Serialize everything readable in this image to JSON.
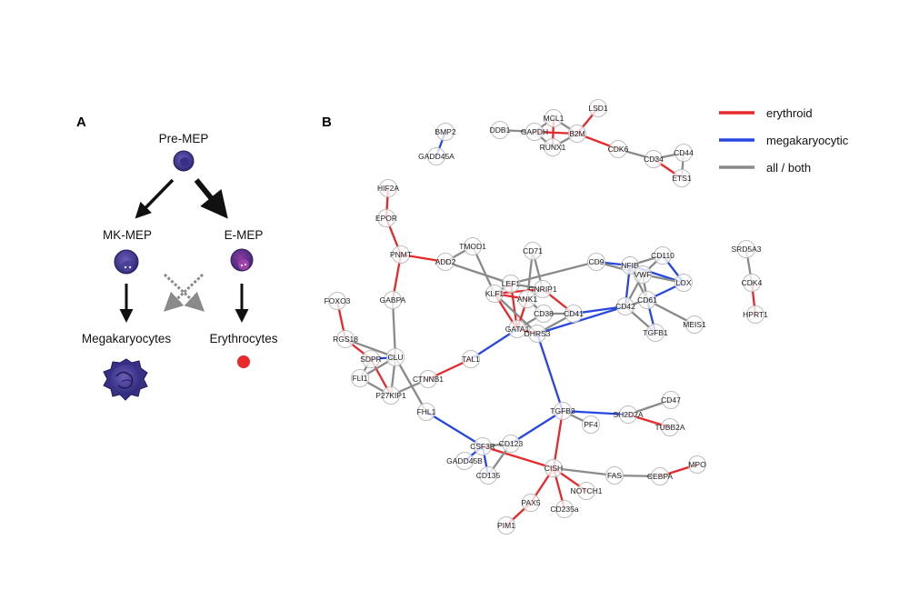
{
  "panel_a": {
    "label": "A",
    "stages": {
      "pre_mep": "Pre-MEP",
      "mk_mep": "MK-MEP",
      "e_mep": "E-MEP",
      "megakaryocytes": "Megakaryocytes",
      "erythrocytes": "Erythrocytes"
    }
  },
  "panel_b": {
    "label": "B",
    "legend": [
      {
        "key": "erythroid",
        "label": "erythroid",
        "color": "#e8282b"
      },
      {
        "key": "mk",
        "label": "megakaryocytic",
        "color": "#2747e0"
      },
      {
        "key": "all",
        "label": "all / both",
        "color": "#8a8a8a"
      }
    ],
    "colors": {
      "erythroid": "#e8282b",
      "mk": "#2747e0",
      "all": "#8a8a8a"
    },
    "nodes": [
      {
        "id": "BMP2",
        "label": "BMP2"
      },
      {
        "id": "GADD45A",
        "label": "GADD45A"
      },
      {
        "id": "DDB1",
        "label": "DDB1"
      },
      {
        "id": "MCL1",
        "label": "MCL1"
      },
      {
        "id": "GAPDH",
        "label": "GAPDH"
      },
      {
        "id": "B2M",
        "label": "B2M"
      },
      {
        "id": "RUNX1",
        "label": "RUNX1"
      },
      {
        "id": "LSD1",
        "label": "LSD1"
      },
      {
        "id": "CDK6",
        "label": "CDK6"
      },
      {
        "id": "CD34",
        "label": "CD34"
      },
      {
        "id": "CD44",
        "label": "CD44"
      },
      {
        "id": "ETS1",
        "label": "ETS1"
      },
      {
        "id": "HIF2A",
        "label": "HIF2A"
      },
      {
        "id": "EPOR",
        "label": "EPOR"
      },
      {
        "id": "PNMT",
        "label": "PNMT"
      },
      {
        "id": "ADD2",
        "label": "ADD2"
      },
      {
        "id": "TMOD1",
        "label": "TMOD1"
      },
      {
        "id": "CD71",
        "label": "CD71"
      },
      {
        "id": "CD9",
        "label": "CD9"
      },
      {
        "id": "NFIB",
        "label": "NFIB"
      },
      {
        "id": "CD110",
        "label": "CD110"
      },
      {
        "id": "VWF",
        "label": "VWF"
      },
      {
        "id": "LOX",
        "label": "LOX"
      },
      {
        "id": "CD61",
        "label": "CD61"
      },
      {
        "id": "CD42",
        "label": "CD42"
      },
      {
        "id": "MEIS1",
        "label": "MEIS1"
      },
      {
        "id": "TGFB1",
        "label": "TGFB1"
      },
      {
        "id": "SRD5A3",
        "label": "SRD5A3"
      },
      {
        "id": "CDK4",
        "label": "CDK4"
      },
      {
        "id": "HPRT1",
        "label": "HPRT1"
      },
      {
        "id": "GABPA",
        "label": "GABPA"
      },
      {
        "id": "FOXO3",
        "label": "FOXO3"
      },
      {
        "id": "LEF1",
        "label": "LEF1"
      },
      {
        "id": "KLF1",
        "label": "KLF1"
      },
      {
        "id": "CNRIP1",
        "label": "CNRIP1"
      },
      {
        "id": "ANK1",
        "label": "ANK1"
      },
      {
        "id": "CD38",
        "label": "CD38"
      },
      {
        "id": "CD41",
        "label": "CD41"
      },
      {
        "id": "GATA1",
        "label": "GATA1"
      },
      {
        "id": "DHRS3",
        "label": "DHRS3"
      },
      {
        "id": "RGS18",
        "label": "RGS18"
      },
      {
        "id": "SDPR",
        "label": "SDPR"
      },
      {
        "id": "CLU",
        "label": "CLU"
      },
      {
        "id": "FLI1",
        "label": "FLI1"
      },
      {
        "id": "P27KIP1",
        "label": "P27KIP1"
      },
      {
        "id": "CTNNB1",
        "label": "CTNNB1"
      },
      {
        "id": "TAL1",
        "label": "TAL1"
      },
      {
        "id": "FHL1",
        "label": "FHL1"
      },
      {
        "id": "TGFB2",
        "label": "TGFB2"
      },
      {
        "id": "SH2D2A",
        "label": "SH2D2A"
      },
      {
        "id": "CD47",
        "label": "CD47"
      },
      {
        "id": "TUBB2A",
        "label": "TUBB2A"
      },
      {
        "id": "PF4",
        "label": "PF4"
      },
      {
        "id": "CSF3R",
        "label": "CSF3R"
      },
      {
        "id": "CD123",
        "label": "CD123"
      },
      {
        "id": "GADD45B",
        "label": "GADD45B"
      },
      {
        "id": "CD135",
        "label": "CD135"
      },
      {
        "id": "CISH",
        "label": "CISH"
      },
      {
        "id": "FAS",
        "label": "FAS"
      },
      {
        "id": "CEBPA",
        "label": "CEBPA"
      },
      {
        "id": "MPO",
        "label": "MPO"
      },
      {
        "id": "NOTCH1",
        "label": "NOTCH1"
      },
      {
        "id": "PAX5",
        "label": "PAX5"
      },
      {
        "id": "CD235a",
        "label": "CD235a"
      },
      {
        "id": "PIM1",
        "label": "PIM1"
      }
    ],
    "edges": [
      {
        "source": "BMP2",
        "target": "GADD45A",
        "type": "mk"
      },
      {
        "source": "DDB1",
        "target": "GAPDH",
        "type": "all"
      },
      {
        "source": "GAPDH",
        "target": "MCL1",
        "type": "all"
      },
      {
        "source": "GAPDH",
        "target": "RUNX1",
        "type": "all"
      },
      {
        "source": "GAPDH",
        "target": "B2M",
        "type": "erythroid"
      },
      {
        "source": "MCL1",
        "target": "RUNX1",
        "type": "erythroid"
      },
      {
        "source": "MCL1",
        "target": "B2M",
        "type": "all"
      },
      {
        "source": "RUNX1",
        "target": "B2M",
        "type": "all"
      },
      {
        "source": "B2M",
        "target": "LSD1",
        "type": "erythroid"
      },
      {
        "source": "B2M",
        "target": "CDK6",
        "type": "erythroid"
      },
      {
        "source": "CDK6",
        "target": "CD34",
        "type": "all"
      },
      {
        "source": "CD34",
        "target": "CD44",
        "type": "all"
      },
      {
        "source": "CD34",
        "target": "ETS1",
        "type": "erythroid"
      },
      {
        "source": "CD44",
        "target": "ETS1",
        "type": "all"
      },
      {
        "source": "HIF2A",
        "target": "EPOR",
        "type": "erythroid"
      },
      {
        "source": "EPOR",
        "target": "PNMT",
        "type": "erythroid"
      },
      {
        "source": "PNMT",
        "target": "ADD2",
        "type": "erythroid"
      },
      {
        "source": "PNMT",
        "target": "GABPA",
        "type": "erythroid"
      },
      {
        "source": "ADD2",
        "target": "TMOD1",
        "type": "all"
      },
      {
        "source": "ADD2",
        "target": "LEF1",
        "type": "all"
      },
      {
        "source": "TMOD1",
        "target": "KLF1",
        "type": "all"
      },
      {
        "source": "CD71",
        "target": "CNRIP1",
        "type": "all"
      },
      {
        "source": "CD71",
        "target": "ANK1",
        "type": "all"
      },
      {
        "source": "CD9",
        "target": "LEF1",
        "type": "all"
      },
      {
        "source": "CD9",
        "target": "NFIB",
        "type": "mk"
      },
      {
        "source": "CD9",
        "target": "VWF",
        "type": "all"
      },
      {
        "source": "NFIB",
        "target": "CD110",
        "type": "all"
      },
      {
        "source": "NFIB",
        "target": "LOX",
        "type": "mk"
      },
      {
        "source": "NFIB",
        "target": "CD61",
        "type": "all"
      },
      {
        "source": "NFIB",
        "target": "CD42",
        "type": "mk"
      },
      {
        "source": "CD110",
        "target": "VWF",
        "type": "all"
      },
      {
        "source": "CD110",
        "target": "LOX",
        "type": "mk"
      },
      {
        "source": "VWF",
        "target": "CD61",
        "type": "all"
      },
      {
        "source": "VWF",
        "target": "CD42",
        "type": "all"
      },
      {
        "source": "VWF",
        "target": "LOX",
        "type": "all"
      },
      {
        "source": "CD61",
        "target": "LOX",
        "type": "mk"
      },
      {
        "source": "CD61",
        "target": "CD42",
        "type": "all"
      },
      {
        "source": "CD61",
        "target": "MEIS1",
        "type": "all"
      },
      {
        "source": "CD61",
        "target": "TGFB1",
        "type": "mk"
      },
      {
        "source": "CD42",
        "target": "CD41",
        "type": "mk"
      },
      {
        "source": "CD42",
        "target": "DHRS3",
        "type": "mk"
      },
      {
        "source": "CD42",
        "target": "TGFB1",
        "type": "all"
      },
      {
        "source": "SRD5A3",
        "target": "CDK4",
        "type": "all"
      },
      {
        "source": "CDK4",
        "target": "HPRT1",
        "type": "erythroid"
      },
      {
        "source": "GABPA",
        "target": "CLU",
        "type": "all"
      },
      {
        "source": "LEF1",
        "target": "KLF1",
        "type": "all"
      },
      {
        "source": "LEF1",
        "target": "CNRIP1",
        "type": "all"
      },
      {
        "source": "LEF1",
        "target": "GATA1",
        "type": "erythroid"
      },
      {
        "source": "KLF1",
        "target": "GATA1",
        "type": "erythroid"
      },
      {
        "source": "KLF1",
        "target": "CNRIP1",
        "type": "erythroid"
      },
      {
        "source": "KLF1",
        "target": "ANK1",
        "type": "erythroid"
      },
      {
        "source": "KLF1",
        "target": "DHRS3",
        "type": "all"
      },
      {
        "source": "CNRIP1",
        "target": "CD41",
        "type": "erythroid"
      },
      {
        "source": "CNRIP1",
        "target": "ANK1",
        "type": "all"
      },
      {
        "source": "ANK1",
        "target": "CD38",
        "type": "all"
      },
      {
        "source": "ANK1",
        "target": "GATA1",
        "type": "erythroid"
      },
      {
        "source": "CD38",
        "target": "CD41",
        "type": "all"
      },
      {
        "source": "CD38",
        "target": "GATA1",
        "type": "all"
      },
      {
        "source": "GATA1",
        "target": "DHRS3",
        "type": "erythroid"
      },
      {
        "source": "GATA1",
        "target": "TAL1",
        "type": "mk"
      },
      {
        "source": "CD41",
        "target": "DHRS3",
        "type": "all"
      },
      {
        "source": "DHRS3",
        "target": "TGFB2",
        "type": "mk"
      },
      {
        "source": "FOXO3",
        "target": "RGS18",
        "type": "erythroid"
      },
      {
        "source": "RGS18",
        "target": "SDPR",
        "type": "erythroid"
      },
      {
        "source": "RGS18",
        "target": "CLU",
        "type": "all"
      },
      {
        "source": "SDPR",
        "target": "CLU",
        "type": "mk"
      },
      {
        "source": "SDPR",
        "target": "FLI1",
        "type": "all"
      },
      {
        "source": "SDPR",
        "target": "P27KIP1",
        "type": "erythroid"
      },
      {
        "source": "CLU",
        "target": "FLI1",
        "type": "all"
      },
      {
        "source": "CLU",
        "target": "P27KIP1",
        "type": "all"
      },
      {
        "source": "CLU",
        "target": "FHL1",
        "type": "all"
      },
      {
        "source": "FLI1",
        "target": "P27KIP1",
        "type": "all"
      },
      {
        "source": "P27KIP1",
        "target": "CTNNB1",
        "type": "all"
      },
      {
        "source": "CTNNB1",
        "target": "TAL1",
        "type": "erythroid"
      },
      {
        "source": "FHL1",
        "target": "CSF3R",
        "type": "mk"
      },
      {
        "source": "TGFB2",
        "target": "SH2D2A",
        "type": "mk"
      },
      {
        "source": "TGFB2",
        "target": "PF4",
        "type": "all"
      },
      {
        "source": "TGFB2",
        "target": "CD123",
        "type": "mk"
      },
      {
        "source": "TGFB2",
        "target": "CISH",
        "type": "erythroid"
      },
      {
        "source": "SH2D2A",
        "target": "CD47",
        "type": "all"
      },
      {
        "source": "SH2D2A",
        "target": "TUBB2A",
        "type": "erythroid"
      },
      {
        "source": "CSF3R",
        "target": "CD123",
        "type": "all"
      },
      {
        "source": "CSF3R",
        "target": "GADD45B",
        "type": "mk"
      },
      {
        "source": "CSF3R",
        "target": "CD135",
        "type": "mk"
      },
      {
        "source": "CSF3R",
        "target": "CISH",
        "type": "erythroid"
      },
      {
        "source": "CD123",
        "target": "CD135",
        "type": "all"
      },
      {
        "source": "CISH",
        "target": "FAS",
        "type": "all"
      },
      {
        "source": "CISH",
        "target": "NOTCH1",
        "type": "erythroid"
      },
      {
        "source": "CISH",
        "target": "PAX5",
        "type": "erythroid"
      },
      {
        "source": "CISH",
        "target": "CD235a",
        "type": "erythroid"
      },
      {
        "source": "FAS",
        "target": "CEBPA",
        "type": "all"
      },
      {
        "source": "CEBPA",
        "target": "MPO",
        "type": "erythroid"
      },
      {
        "source": "PAX5",
        "target": "PIM1",
        "type": "erythroid"
      }
    ]
  }
}
